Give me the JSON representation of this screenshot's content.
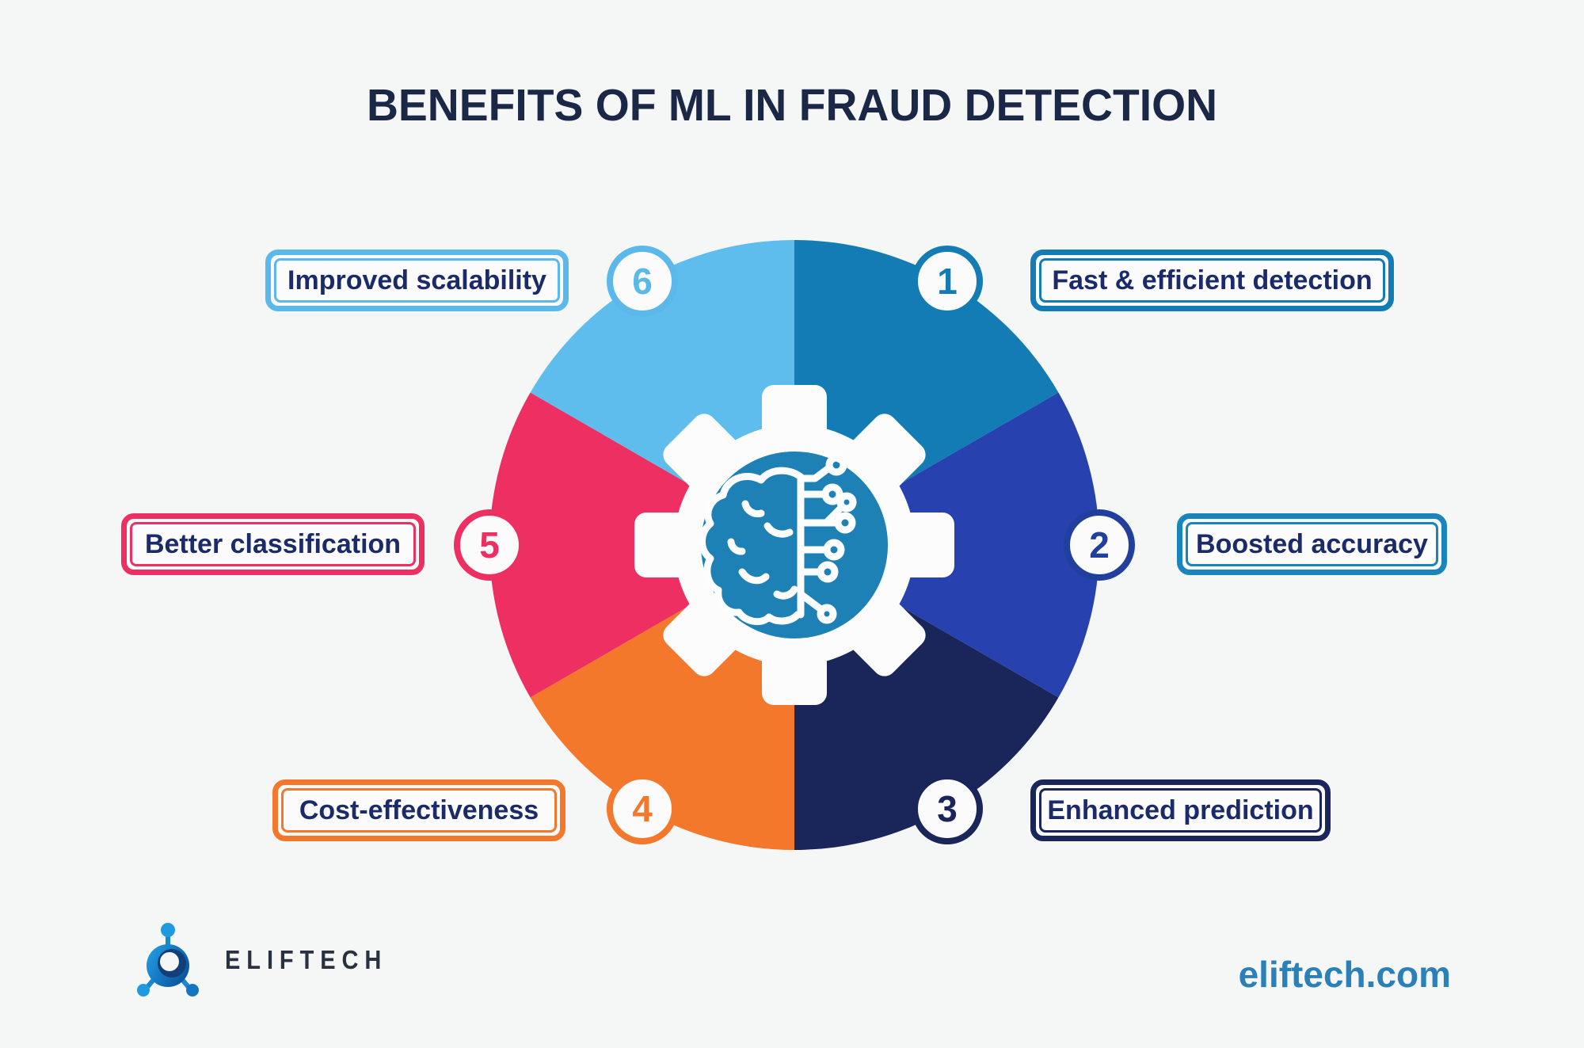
{
  "title": "BENEFITS OF ML IN FRAUD DETECTION",
  "wheel": {
    "center_icon": "gear-with-brain-circuit",
    "center_circle_color": "#1e81b6",
    "gear_color": "#fcfcfd",
    "segments": [
      {
        "number": "1",
        "label": "Fast & efficient detection",
        "position": "top-right",
        "segment_color": "#137cb4",
        "badge_color": "#137cb4",
        "box_border_color": "#137cb4"
      },
      {
        "number": "2",
        "label": "Boosted accuracy",
        "position": "right",
        "segment_color": "#2742ae",
        "badge_color": "#21409e",
        "box_border_color": "#1a85bd"
      },
      {
        "number": "3",
        "label": "Enhanced prediction",
        "position": "bottom-right",
        "segment_color": "#1a2559",
        "badge_color": "#1a2559",
        "box_border_color": "#1a2559"
      },
      {
        "number": "4",
        "label": "Cost-effectiveness",
        "position": "bottom-left",
        "segment_color": "#f4782c",
        "badge_color": "#f4782c",
        "box_border_color": "#f4782c"
      },
      {
        "number": "5",
        "label": "Better classification",
        "position": "left",
        "segment_color": "#ed2f62",
        "badge_color": "#ed2f62",
        "box_border_color": "#ed2f62"
      },
      {
        "number": "6",
        "label": "Improved scalability",
        "position": "top-left",
        "segment_color": "#5fbdee",
        "badge_color": "#5ab9ea",
        "box_border_color": "#5ab9ea"
      }
    ]
  },
  "footer": {
    "logo_text": "ELIFTECH",
    "website": "eliftech.com"
  },
  "colors": {
    "background": "#f5f6f6",
    "title_text": "#1b2746",
    "label_text": "#1b2a68",
    "website_text": "#2a80b9",
    "logo_text": "#2b323f"
  }
}
